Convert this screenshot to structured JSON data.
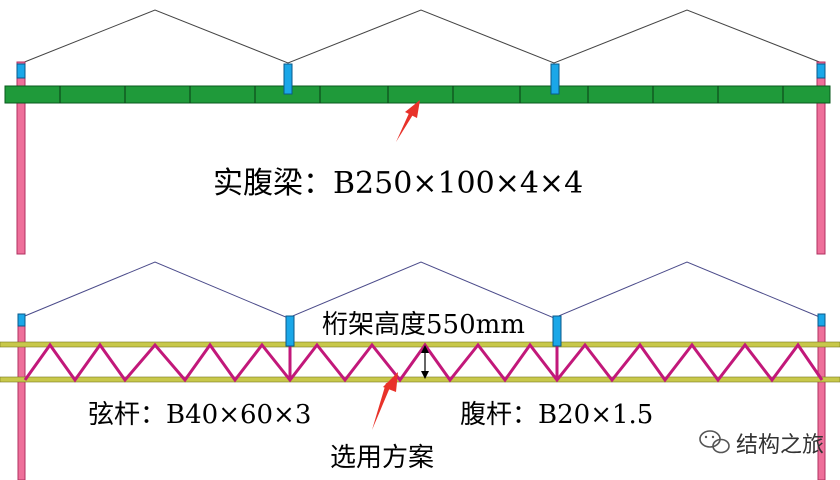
{
  "top_diagram": {
    "label": "实腹梁：B250×100×4×4"
  },
  "bottom_diagram": {
    "height_label": "桁架高度550mm",
    "chord_label": "弦杆：B40×60×3",
    "web_label": "腹杆：B20×1.5",
    "scheme_label": "选用方案"
  },
  "watermark": {
    "text": "结构之旅",
    "icon": "wechat-icon"
  },
  "colors": {
    "beam_green": "#1f9a3a",
    "column_pink": "#ee6f9a",
    "connector_blue": "#1aa7e8",
    "truss_magenta": "#c2187a",
    "chord_yellow": "#c8c84a",
    "arrow_red": "#e8322a",
    "roof_line": "#4b4b8a"
  }
}
